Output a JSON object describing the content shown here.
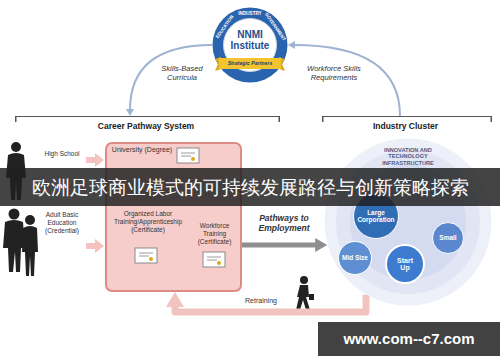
{
  "diagram": {
    "title": "欧洲足球商业模式的可持续发展路径与创新策略探索",
    "nodes": [
      {
        "text": [
          "EDUCATION",
          "INDUSTRY",
          "GOVERNMENT",
          "NNMI Institute",
          "Strategic Partners"
        ]
      },
      {
        "text": [
          "Career Pathway System"
        ]
      },
      {
        "text": [
          "Industry Cluster"
        ]
      },
      {
        "text": [
          "University (Degree)",
          "Organized Labor Training/Apprenticeship (Certificate)",
          "Workforce Training (Certificate)"
        ]
      },
      {
        "text": [
          "INNOVATION AND TECHNOLOGY INFRASTRUCTURE"
        ]
      },
      {
        "text": [
          "Large Corporation"
        ],
        "in": 4
      },
      {
        "text": [
          "Mid Size"
        ],
        "in": 4
      },
      {
        "text": [
          "Start Up"
        ],
        "in": 4
      },
      {
        "text": [
          "Small"
        ],
        "in": 4
      }
    ],
    "edges": [
      {
        "from": 0,
        "to": 1,
        "arrow": "to",
        "label": "Skills-Based Curricula"
      },
      {
        "from": 2,
        "to": 0,
        "arrow": "to",
        "label": "Workforce Skills Requirements"
      },
      {
        "from": 3,
        "to": 4,
        "arrow": "to",
        "label": "Pathways to Employment"
      },
      {
        "from": 4,
        "to": 3,
        "arrow": "to",
        "label": "Retraining"
      }
    ],
    "labels": [
      "High School",
      "Adult Basic Education (Credential)",
      "www.com--c7.com"
    ]
  }
}
